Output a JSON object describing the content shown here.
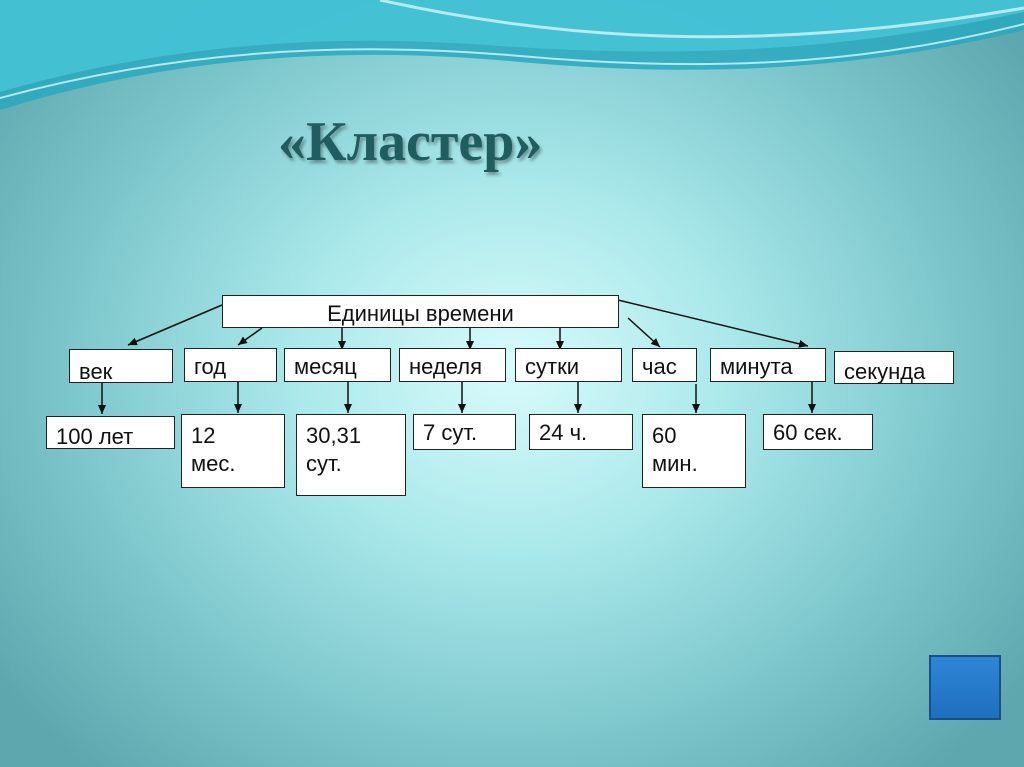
{
  "title": "«Кластер»",
  "diagram": {
    "root": "Единицы времени",
    "units": [
      "век",
      "год",
      "месяц",
      "неделя",
      "сутки",
      "час",
      "минута",
      "секунда"
    ],
    "values": [
      "100 лет",
      "12\nмес.",
      "30,31\nсут.",
      "7 сут.",
      "24 ч.",
      "60\nмин.",
      "60 сек."
    ]
  },
  "colors": {
    "title": "#1f5d60",
    "background": "#a9e8ea",
    "nav_button": "#2f86d6"
  },
  "icons": {
    "nav_button": "square-button-icon"
  }
}
